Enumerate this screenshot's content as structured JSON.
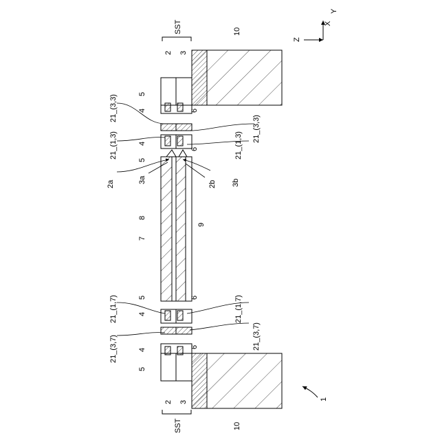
{
  "figure_number": "1",
  "axes": {
    "z": "Z",
    "x": "X",
    "y": "Y"
  },
  "labels": {
    "sst_top": "SST",
    "sst_bottom": "SST",
    "base_top": "10",
    "base_bottom": "10",
    "layer2_top": "2",
    "layer3_top": "3",
    "layer2_bottom": "2",
    "layer3_bottom": "3",
    "c5_t1": "5",
    "c4_t1": "4",
    "c6_t1": "6",
    "c4_t2": "4",
    "c6_t2": "6",
    "c5_t2": "5",
    "c2a": "2a",
    "c3a": "3a",
    "c2b": "2b",
    "c3b": "3b",
    "c8": "8",
    "c7": "7",
    "c9": "9",
    "c5_b1": "5",
    "c6_b1": "6",
    "c4_b1": "4",
    "c4_b2": "4",
    "c6_b2": "6",
    "c5_b2": "5",
    "ref_21_33_left": "21_(3,3)",
    "ref_21_33_right": "21_(3,3)",
    "ref_21_13_left": "21_(1,3)",
    "ref_21_13_right": "21_(1,3)",
    "ref_21_17_left": "21_(1,7)",
    "ref_21_17_right": "21_(1,7)",
    "ref_21_37_left": "21_(3,7)",
    "ref_21_37_right": "21_(3,7)"
  }
}
